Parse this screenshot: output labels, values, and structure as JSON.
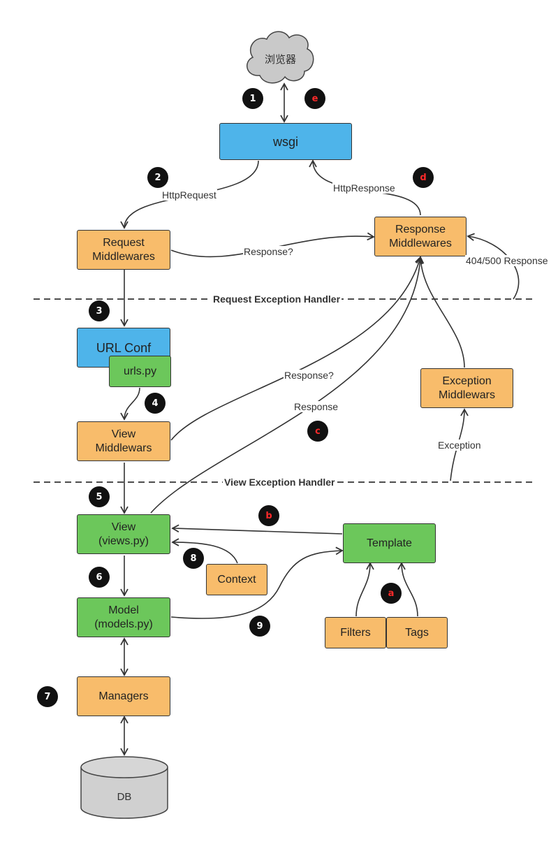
{
  "nodes": {
    "browser": "浏览器",
    "wsgi": "wsgi",
    "request_mw": [
      "Request",
      "Middlewares"
    ],
    "response_mw": [
      "Response",
      "Middlewares"
    ],
    "url_conf": "URL Conf",
    "urls_py": "urls.py",
    "view_mw": [
      "View",
      "Middlewars"
    ],
    "exception_mw": [
      "Exception",
      "Middlewars"
    ],
    "view": [
      "View",
      "(views.py)"
    ],
    "template": "Template",
    "context": "Context",
    "model": [
      "Model",
      "(models.py)"
    ],
    "filters": "Filters",
    "tags": "Tags",
    "managers": "Managers",
    "db": "DB"
  },
  "edge_labels": {
    "http_request": "HttpRequest",
    "http_response": "HttpResponse",
    "response_q_1": "Response?",
    "response_q_2": "Response?",
    "response": "Response",
    "error_response": "404/500 Response",
    "exception": "Exception"
  },
  "separators": {
    "request_handler": "Request Exception Handler",
    "view_handler": "View Exception Handler"
  },
  "steps": {
    "s1": "1",
    "s2": "2",
    "s3": "3",
    "s4": "4",
    "s5": "5",
    "s6": "6",
    "s7": "7",
    "s8": "8",
    "s9": "9",
    "sa": "a",
    "sb": "b",
    "sc": "c",
    "sd": "d",
    "se": "e"
  },
  "colors": {
    "orange": "#f8bc6b",
    "green": "#6cc75b",
    "blue": "#4eb4ea",
    "badge": "#111111",
    "badge_red_text": "#ff2a2a",
    "cloud": "#c9c9c9",
    "db": "#d0d0d0"
  }
}
